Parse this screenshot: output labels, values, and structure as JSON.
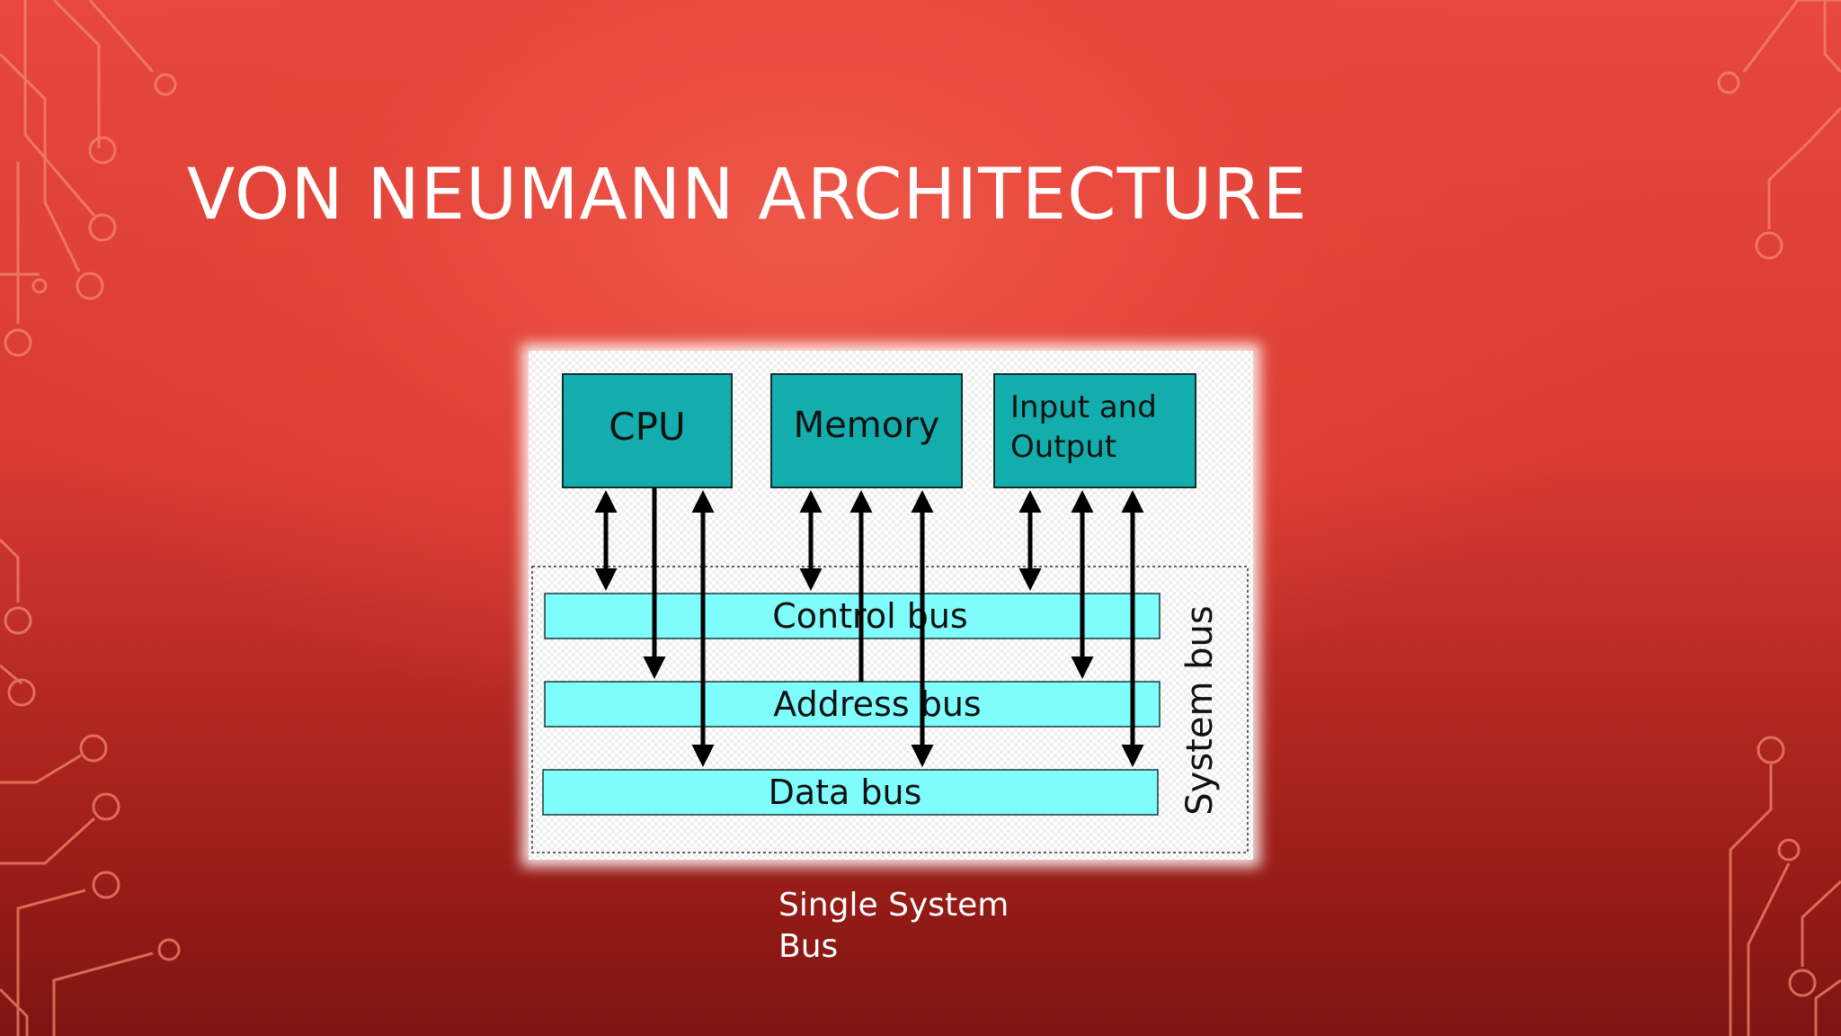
{
  "slide": {
    "title": "VON NEUMANN ARCHITECTURE",
    "caption_line1": "Single System",
    "caption_line2": "Bus"
  },
  "diagram": {
    "components": {
      "cpu": "CPU",
      "memory": "Memory",
      "io_line1": "Input and",
      "io_line2": "Output"
    },
    "buses": {
      "control": "Control bus",
      "address": "Address bus",
      "data": "Data bus"
    },
    "system_bus_label": "System bus"
  },
  "colors": {
    "background_top": "#e8483e",
    "background_bottom": "#7d1410",
    "component_fill": "#13adad",
    "bus_fill": "#7ffcfc",
    "circuit_line": "#f4866e"
  },
  "icons": [
    "circuit-decoration-left",
    "circuit-decoration-right"
  ]
}
